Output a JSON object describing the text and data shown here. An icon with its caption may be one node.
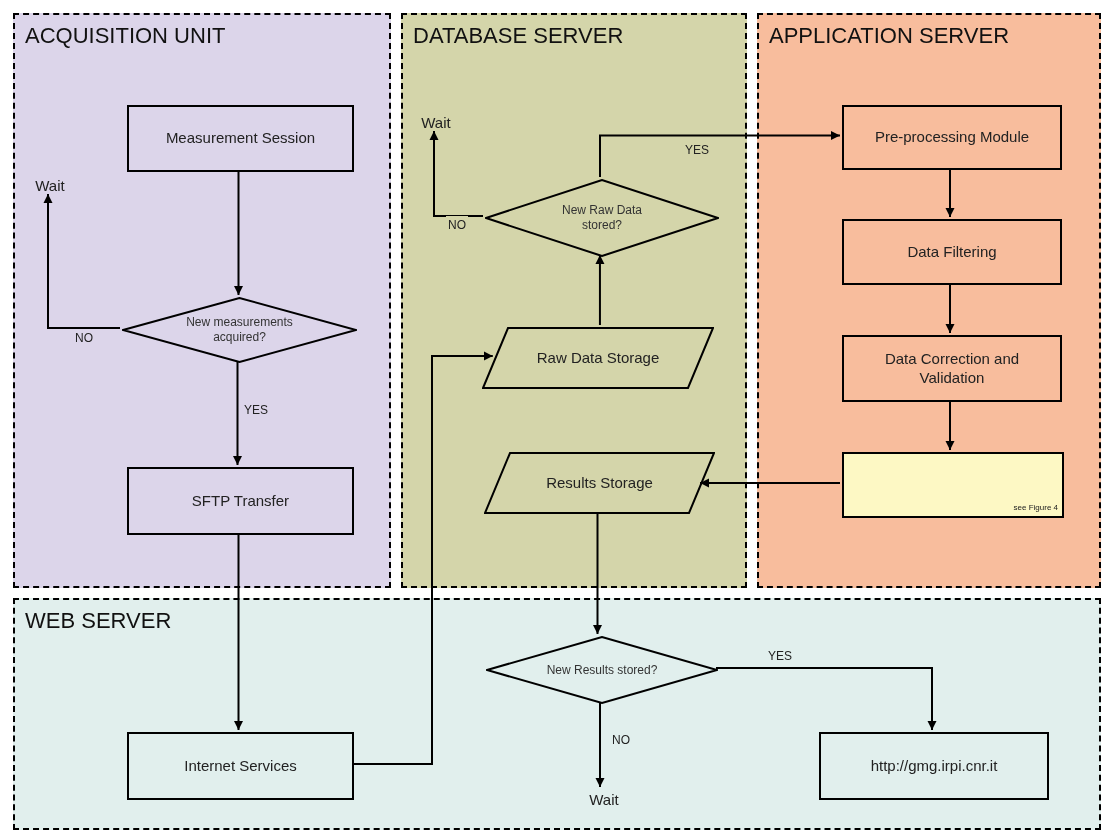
{
  "diagram": {
    "nodes": [
      {
        "text": [
          "ACQUISITION UNIT"
        ]
      },
      {
        "text": [
          "DATABASE SERVER"
        ]
      },
      {
        "text": [
          "APPLICATION SERVER"
        ]
      },
      {
        "text": [
          "WEB SERVER"
        ]
      },
      {
        "text": [
          "Measurement Session"
        ],
        "in": 0
      },
      {
        "text": [
          "Wait"
        ],
        "in": 0
      },
      {
        "text": [
          "New measurements acquired?"
        ],
        "in": 0
      },
      {
        "text": [
          "SFTP Transfer"
        ],
        "in": 0
      },
      {
        "text": [
          "Wait"
        ],
        "in": 1
      },
      {
        "text": [
          "New Raw Data stored?"
        ],
        "in": 1
      },
      {
        "text": [
          "Raw Data Storage"
        ],
        "in": 1
      },
      {
        "text": [
          "Results Storage"
        ],
        "in": 1
      },
      {
        "text": [
          "Pre-processing Module"
        ],
        "in": 2
      },
      {
        "text": [
          "Data Filtering"
        ],
        "in": 2
      },
      {
        "text": [
          "Data Correction and Validation"
        ],
        "in": 2
      },
      {
        "text": [
          "see Figure 4"
        ],
        "in": 2
      },
      {
        "text": [
          "New Results stored?"
        ],
        "in": 3
      },
      {
        "text": [
          "Internet Services"
        ],
        "in": 3
      },
      {
        "text": [
          "Wait"
        ],
        "in": 3
      },
      {
        "text": [
          "http://gmg.irpi.cnr.it"
        ],
        "in": 3
      }
    ],
    "edges": [
      {
        "from": 4,
        "to": 6,
        "arrow": "to"
      },
      {
        "from": 6,
        "to": 5,
        "arrow": "to",
        "label": "NO"
      },
      {
        "from": 6,
        "to": 7,
        "arrow": "to",
        "label": "YES"
      },
      {
        "from": 7,
        "to": 17,
        "arrow": "to"
      },
      {
        "from": 17,
        "to": 10,
        "arrow": "to"
      },
      {
        "from": 10,
        "to": 9,
        "arrow": "to"
      },
      {
        "from": 9,
        "to": 8,
        "arrow": "to",
        "label": "NO"
      },
      {
        "from": 9,
        "to": 12,
        "arrow": "to",
        "label": "YES"
      },
      {
        "from": 12,
        "to": 13,
        "arrow": "to"
      },
      {
        "from": 13,
        "to": 14,
        "arrow": "to"
      },
      {
        "from": 14,
        "to": 15,
        "arrow": "to"
      },
      {
        "from": 15,
        "to": 11,
        "arrow": "to"
      },
      {
        "from": 11,
        "to": 16,
        "arrow": "to"
      },
      {
        "from": 16,
        "to": 19,
        "arrow": "to",
        "label": "YES"
      },
      {
        "from": 16,
        "to": 18,
        "arrow": "to",
        "label": "NO"
      }
    ]
  }
}
